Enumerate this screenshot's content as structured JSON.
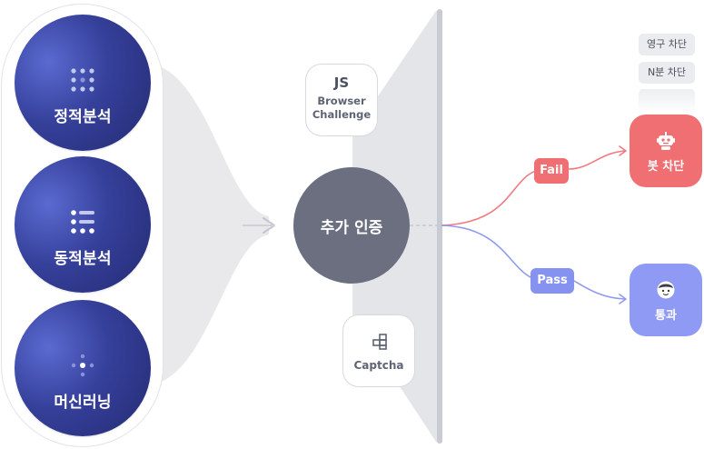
{
  "methods": [
    {
      "label": "정적분석",
      "icon": "dots-grid-icon"
    },
    {
      "label": "동적분석",
      "icon": "dots-list-icon"
    },
    {
      "label": "머신러닝",
      "icon": "dots-cross-icon"
    }
  ],
  "challenges": {
    "js": {
      "title": "JS",
      "subtitle_line1": "Browser",
      "subtitle_line2": "Challenge"
    },
    "captcha": {
      "label": "Captcha",
      "icon": "puzzle-blocks-icon"
    }
  },
  "center": {
    "label": "추가 인증"
  },
  "branches": {
    "fail": {
      "label": "Fail",
      "color": "#ef6f73"
    },
    "pass": {
      "label": "Pass",
      "color": "#8592f0"
    }
  },
  "results": {
    "bot_block": {
      "label": "봇 차단",
      "icon": "robot-icon",
      "color": "#ef6f73"
    },
    "pass_through": {
      "label": "통과",
      "icon": "person-icon",
      "color": "#8e9af4"
    }
  },
  "block_options": [
    "영구 차단",
    "N분 차단"
  ],
  "colors": {
    "method_fill": "#2f3890",
    "center_fill": "#6b6f7f",
    "funnel": "#e4e5e9"
  }
}
